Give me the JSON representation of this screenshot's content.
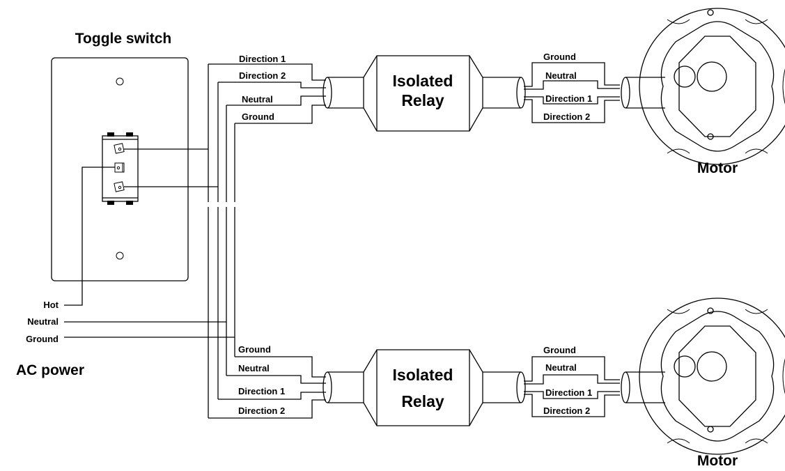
{
  "switch": {
    "title": "Toggle switch"
  },
  "power": {
    "title": "AC power",
    "hot": "Hot",
    "neutral": "Neutral",
    "ground": "Ground"
  },
  "relay_top": {
    "line1": "Isolated",
    "line2": "Relay",
    "in_labels": [
      "Direction 1",
      "Direction 2",
      "Neutral",
      "Ground"
    ],
    "out_labels": [
      "Ground",
      "Neutral",
      "Direction 1",
      "Direction 2"
    ]
  },
  "relay_bottom": {
    "line1": "Isolated",
    "line2": "Relay",
    "in_labels": [
      "Ground",
      "Neutral",
      "Direction 1",
      "Direction 2"
    ],
    "out_labels": [
      "Ground",
      "Neutral",
      "Direction 1",
      "Direction 2"
    ]
  },
  "motor_top": {
    "label": "Motor"
  },
  "motor_bottom": {
    "label": "Motor"
  }
}
